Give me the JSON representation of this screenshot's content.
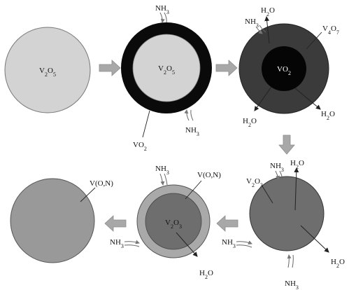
{
  "stage1": {
    "core": "V2O5"
  },
  "stage2": {
    "core": "V2O5",
    "shell": "VO2",
    "gas_in": "NH3"
  },
  "stage3": {
    "core": "VO2",
    "shell": "V4O7",
    "gas_in": "NH3",
    "products": [
      "H2O",
      "H2O",
      "H2O"
    ]
  },
  "stage4": {
    "core": "V2O3",
    "gas_in": [
      "NH3",
      "NH3",
      "NH3"
    ],
    "products": [
      "H2O",
      "H2O"
    ]
  },
  "stage5": {
    "core": "V2O3",
    "shell": "V(O,N)",
    "gas_in": [
      "NH3",
      "NH3"
    ],
    "products": [
      "H2O"
    ]
  },
  "stage6": {
    "core": "V(O,N)"
  },
  "colors": {
    "v2o5": "#d3d3d3",
    "vo2_shell": "#0a0a0a",
    "v4o7": "#3b3b3b",
    "vo2_core": "#050505",
    "v2o3": "#6e6e6e",
    "v_o_n_shell": "#a9a9a9",
    "v_o_n": "#999999",
    "arrow": "#a8a8a8"
  }
}
